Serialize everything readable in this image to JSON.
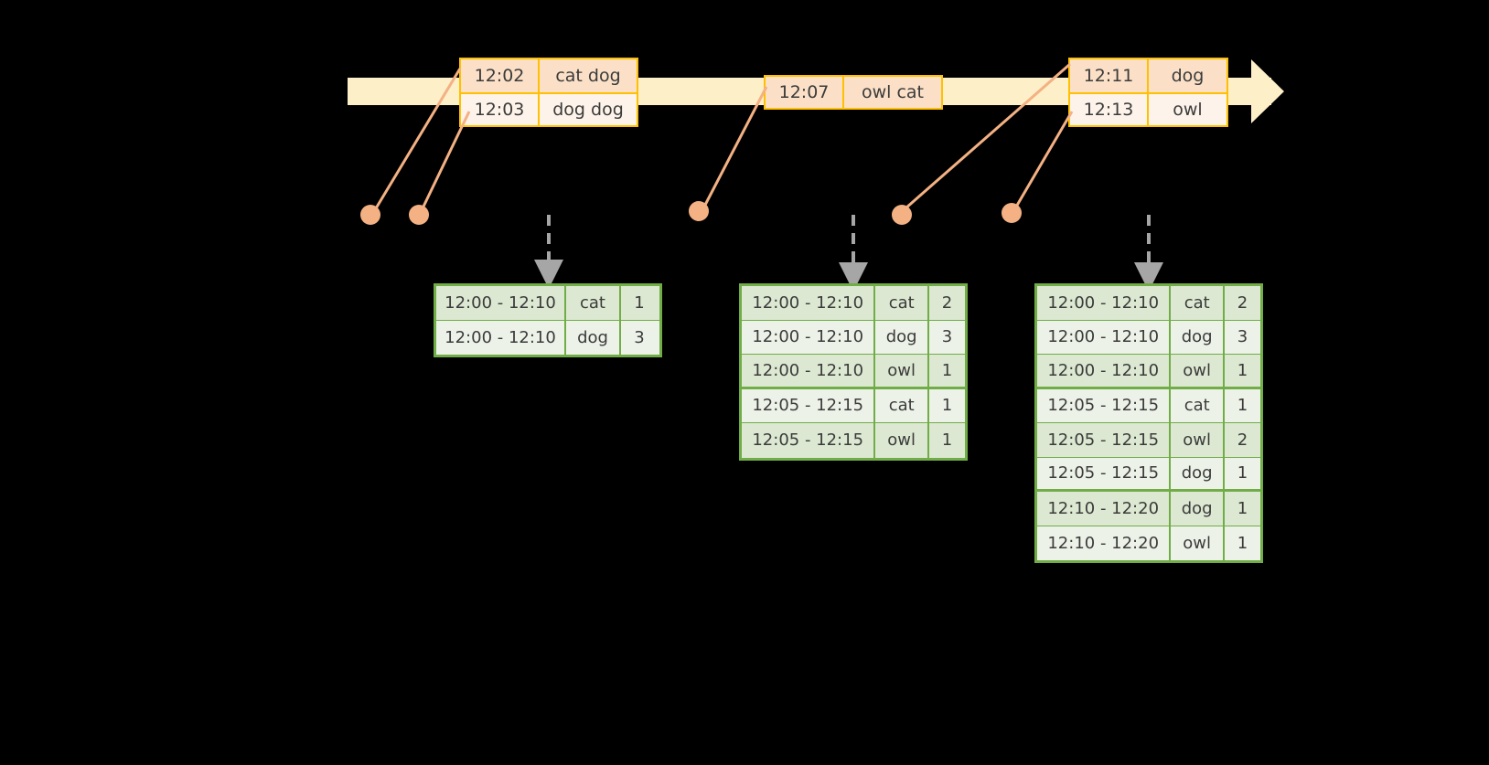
{
  "timeline": {
    "bar_color": "#FDEFC8",
    "arrow_color": "#FDEFC8",
    "border_color": "#FFC000"
  },
  "events": [
    {
      "id": "event-group-1",
      "rows": [
        {
          "time": "12:02",
          "words": "cat dog"
        },
        {
          "time": "12:03",
          "words": "dog dog"
        }
      ]
    },
    {
      "id": "event-group-2",
      "rows": [
        {
          "time": "12:07",
          "words": "owl cat"
        }
      ]
    },
    {
      "id": "event-group-3",
      "rows": [
        {
          "time": "12:11",
          "words": "dog"
        },
        {
          "time": "12:13",
          "words": "owl"
        }
      ]
    }
  ],
  "dot_color": "#F4B183",
  "leader_color": "#F4B183",
  "dashed_arrow_color": "#A6A6A6",
  "table_border_color": "#70AD47",
  "tables": [
    {
      "id": "result-table-1",
      "rows": [
        {
          "window": "12:00 - 12:10",
          "key": "cat",
          "count": "1"
        },
        {
          "window": "12:00 - 12:10",
          "key": "dog",
          "count": "3"
        }
      ]
    },
    {
      "id": "result-table-2",
      "rows": [
        {
          "window": "12:00 - 12:10",
          "key": "cat",
          "count": "2"
        },
        {
          "window": "12:00 - 12:10",
          "key": "dog",
          "count": "3"
        },
        {
          "window": "12:00 - 12:10",
          "key": "owl",
          "count": "1"
        },
        {
          "window": "12:05 - 12:15",
          "key": "cat",
          "count": "1"
        },
        {
          "window": "12:05 - 12:15",
          "key": "owl",
          "count": "1"
        }
      ]
    },
    {
      "id": "result-table-3",
      "rows": [
        {
          "window": "12:00 - 12:10",
          "key": "cat",
          "count": "2"
        },
        {
          "window": "12:00 - 12:10",
          "key": "dog",
          "count": "3"
        },
        {
          "window": "12:00 - 12:10",
          "key": "owl",
          "count": "1"
        },
        {
          "window": "12:05 - 12:15",
          "key": "cat",
          "count": "1"
        },
        {
          "window": "12:05 - 12:15",
          "key": "owl",
          "count": "2"
        },
        {
          "window": "12:05 - 12:15",
          "key": "dog",
          "count": "1"
        },
        {
          "window": "12:10 - 12:20",
          "key": "dog",
          "count": "1"
        },
        {
          "window": "12:10 - 12:20",
          "key": "owl",
          "count": "1"
        }
      ]
    }
  ]
}
